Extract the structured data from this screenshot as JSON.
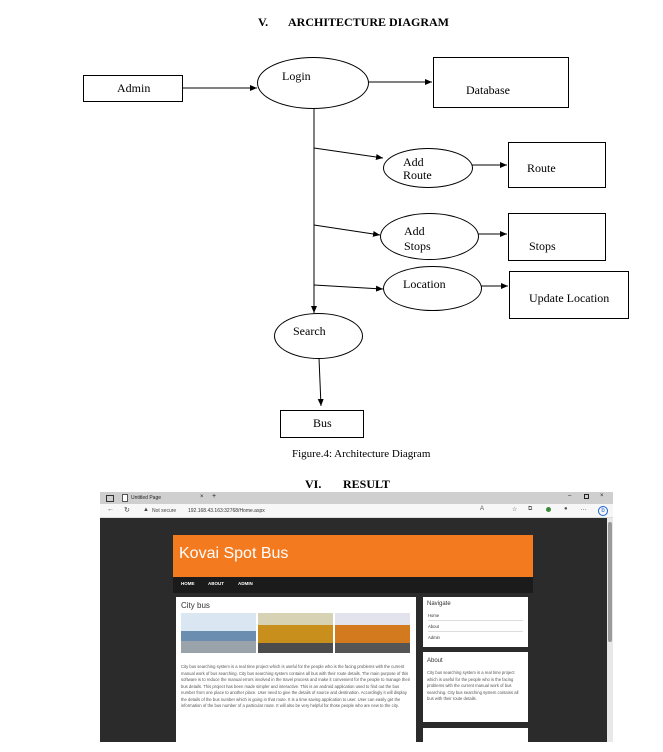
{
  "section_five": {
    "number": "V.",
    "title": "ARCHITECTURE DIAGRAM"
  },
  "diagram": {
    "admin": "Admin",
    "login": "Login",
    "database": "Database",
    "add_route_line1": "Add",
    "add_route_line2": "Route",
    "route": "Route",
    "add_stops_line1": "Add",
    "add_stops_line2": "Stops",
    "stops": "Stops",
    "location": "Location",
    "update_location": "Update Location",
    "search": "Search",
    "bus": "Bus"
  },
  "figure_caption": "Figure.4: Architecture Diagram",
  "section_six": {
    "number": "VI.",
    "title": "RESULT"
  },
  "browser": {
    "tab_title": "Untitled Page",
    "not_secure": "Not secure",
    "url": "192.168.43.163:32768/Home.aspx"
  },
  "site": {
    "title": "Kovai Spot Bus",
    "nav": [
      "HOME",
      "ABOUT",
      "ADMIN"
    ],
    "main_heading": "City bus",
    "main_text": "City bus searching system is a real time project which is useful for the people who is the facing problems with the current manual work of bus searching. City bus searching system contains all bus with their route details. The main purpose of this software is to reduce the manual errors involved in the travel process and make it convenient for the people to manage their bus details. This project has been made simpler and interactive. This is an android application used to find out the bus number from one place to another place. User need to give the details of source and destination. Accordingly it will display the details of the bus number which is going in that route. It is a time saving application to user. User can easily get the information of the bus number of a particular route. It will also be very helpful for those people who are new to the city.",
    "navigate_heading": "Navigate",
    "navigate_links": [
      "Home",
      "About",
      "Admin"
    ],
    "about_heading": "About",
    "about_text": "City bus searching system is a real time project which is useful for the people who is the facing problems with the current manual work of bus searching. City bus searching system contains all bus with their route details."
  }
}
